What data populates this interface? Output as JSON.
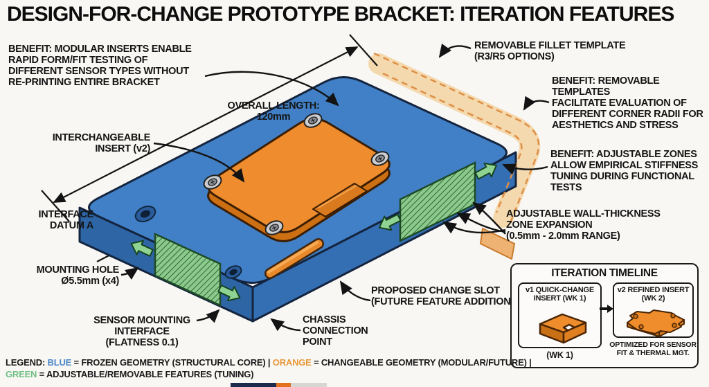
{
  "title": "DESIGN-FOR-CHANGE PROTOTYPE BRACKET: ITERATION FEATURES",
  "callouts": {
    "benefit_modular": "BENEFIT: MODULAR INSERTS ENABLE\nRAPID FORM/FIT TESTING OF\nDIFFERENT SENSOR TYPES WITHOUT\nRE-PRINTING ENTIRE BRACKET",
    "removable_fillet": "REMOVABLE FILLET TEMPLATE\n(R3/R5 OPTIONS)",
    "benefit_removable": "BENEFIT: REMOVABLE TEMPLATES\nFACILITATE EVALUATION OF\nDIFFERENT CORNER RADII FOR\nAESTHETICS AND STRESS",
    "overall_length": "OVERALL LENGTH:\n120mm",
    "interchangeable_insert": "INTERCHANGEABLE\nINSERT (v2)",
    "benefit_adjustable": "BENEFIT: ADJUSTABLE ZONES\nALLOW EMPIRICAL STIFFNESS\nTUNING DURING FUNCTIONAL\nTESTS",
    "interface_datum": "INTERFACE\nDATUM A",
    "adjustable_wall": "ADJUSTABLE WALL-THICKNESS\nZONE EXPANSION\n(0.5mm - 2.0mm RANGE)",
    "mounting_hole": "MOUNTING HOLE\nØ5.5mm (x4)",
    "sensor_mounting": "SENSOR MOUNTING\nINTERFACE\n(FLATNESS 0.1)",
    "chassis": "CHASSIS\nCONNECTION\nPOINT",
    "proposed_slot": "PROPOSED CHANGE SLOT\n(FUTURE FEATURE ADDITION)"
  },
  "timeline": {
    "title": "ITERATION TIMELINE",
    "v1_label": "v1 QUICK-CHANGE\nINSERT (WK 1)",
    "v1_caption": "(WK 1)",
    "v2_label": "v2 REFINED INSERT\n(WK 2)",
    "v2_caption": "OPTIMIZED FOR SENSOR\nFIT & THERMAL MGT."
  },
  "legend": {
    "prefix": "LEGEND:",
    "blue_word": "BLUE",
    "blue_desc": "= FROZEN GEOMETRY (STRUCTURAL CORE) |",
    "orange_word": "ORANGE",
    "orange_desc": "= CHANGEABLE GEOMETRY (MODULAR/FUTURE) |",
    "green_word": "GREEN",
    "green_desc": "= ADJUSTABLE/REMOVABLE FEATURES (TUNING)"
  },
  "colors": {
    "frozen_blue": "#4180c6",
    "changeable_orange": "#ee8c2e",
    "adjustable_green": "#8cc98c",
    "template_peach": "#f5d9ae",
    "outline_dark": "#14243e"
  }
}
